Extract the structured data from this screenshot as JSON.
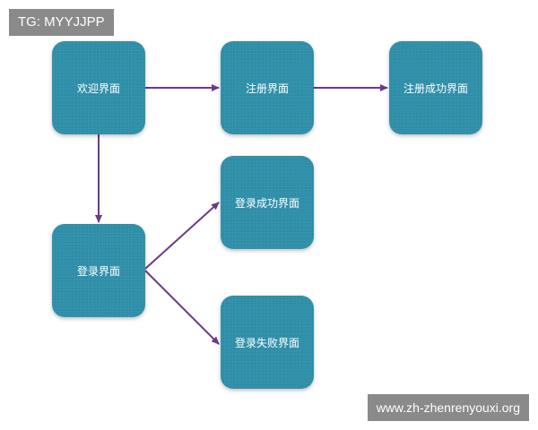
{
  "watermark_top": "TG: MYYJJPP",
  "watermark_bottom": "www.zh-zhenrenyouxi.org",
  "colors": {
    "node_fill": "#2e8fa9",
    "arrow": "#6b3a8c",
    "tag_bg": "#8a8a8a"
  },
  "nodes": {
    "welcome": "欢迎界面",
    "register": "注册界面",
    "register_success": "注册成功界面",
    "login": "登录界面",
    "login_success": "登录成功界面",
    "login_fail": "登录失败界面"
  },
  "edges": [
    {
      "from": "welcome",
      "to": "register"
    },
    {
      "from": "register",
      "to": "register_success"
    },
    {
      "from": "welcome",
      "to": "login"
    },
    {
      "from": "login",
      "to": "login_success"
    },
    {
      "from": "login",
      "to": "login_fail"
    }
  ]
}
